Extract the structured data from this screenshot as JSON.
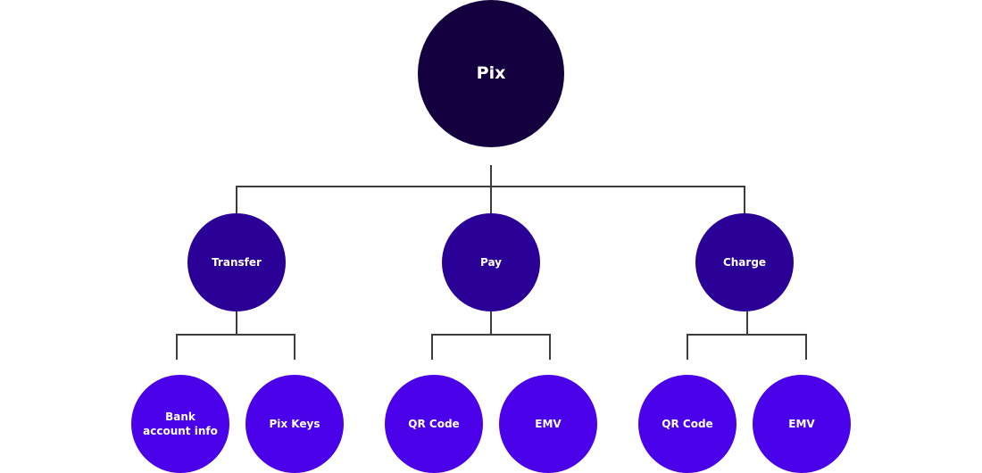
{
  "diagram": {
    "colors": {
      "root": "#15003f",
      "level1": "#2b0097",
      "level2": "#4a00e8",
      "connector": "#3c3c3c",
      "label": "#ffffff",
      "background": "#ffffff"
    },
    "root": {
      "label": "Pix"
    },
    "branches": [
      {
        "label": "Transfer",
        "children": [
          {
            "label": "Bank account info"
          },
          {
            "label": "Pix Keys"
          }
        ]
      },
      {
        "label": "Pay",
        "children": [
          {
            "label": "QR Code"
          },
          {
            "label": "EMV"
          }
        ]
      },
      {
        "label": "Charge",
        "children": [
          {
            "label": "QR Code"
          },
          {
            "label": "EMV"
          }
        ]
      }
    ]
  }
}
